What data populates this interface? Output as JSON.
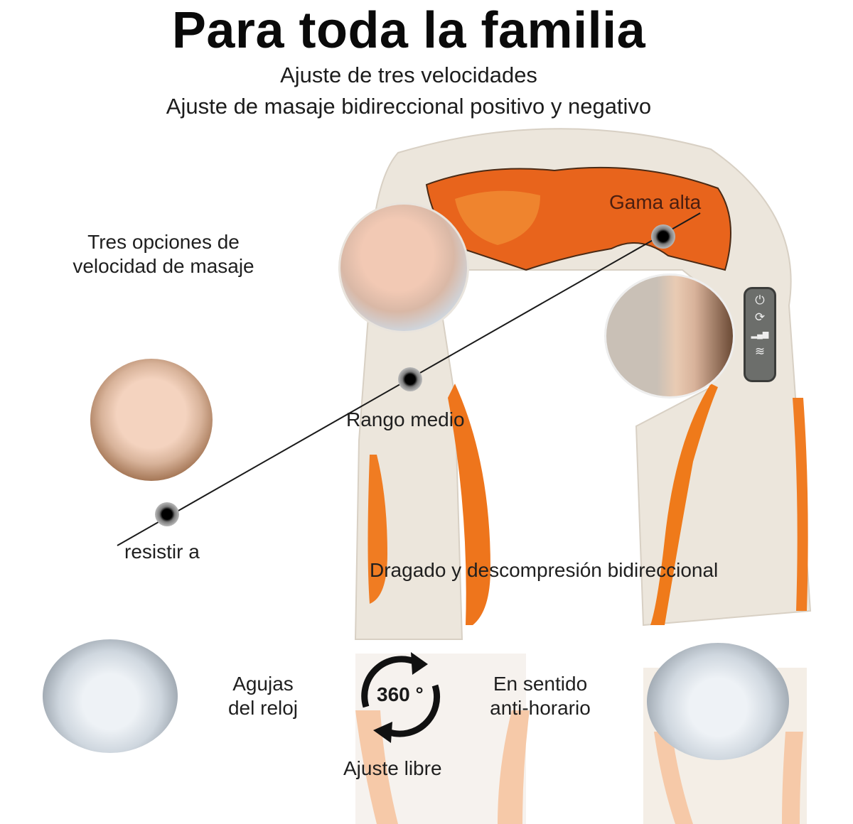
{
  "header": {
    "title": "Para toda la familia",
    "subtitle_1": "Ajuste de tres velocidades",
    "subtitle_2": "Ajuste de masaje bidireccional positivo y negativo"
  },
  "callouts": {
    "high": "Gama alta",
    "mid": "Rango medio",
    "low": "resistir a",
    "speed_options": [
      "Tres opciones de",
      "velocidad de masaje"
    ],
    "bidirectional": "Dragado y descompresión bidireccional"
  },
  "rotation": {
    "clockwise": [
      "Agujas",
      "del reloj"
    ],
    "counter_clockwise": [
      "En sentido",
      "anti-horario"
    ],
    "degrees": "360 °",
    "free_adjust": "Ajuste libre"
  },
  "control_panel": {
    "buttons": [
      {
        "icon": "power-icon",
        "glyph": "⏻"
      },
      {
        "icon": "rotate-icon",
        "glyph": "⟳"
      },
      {
        "icon": "speed-bars-icon",
        "glyph": "▂▄▆"
      },
      {
        "icon": "heat-icon",
        "glyph": "≋"
      }
    ]
  },
  "colors": {
    "accent_orange": "#ef7a1a",
    "cream": "#ece6dc",
    "text": "#1a1a1a"
  }
}
